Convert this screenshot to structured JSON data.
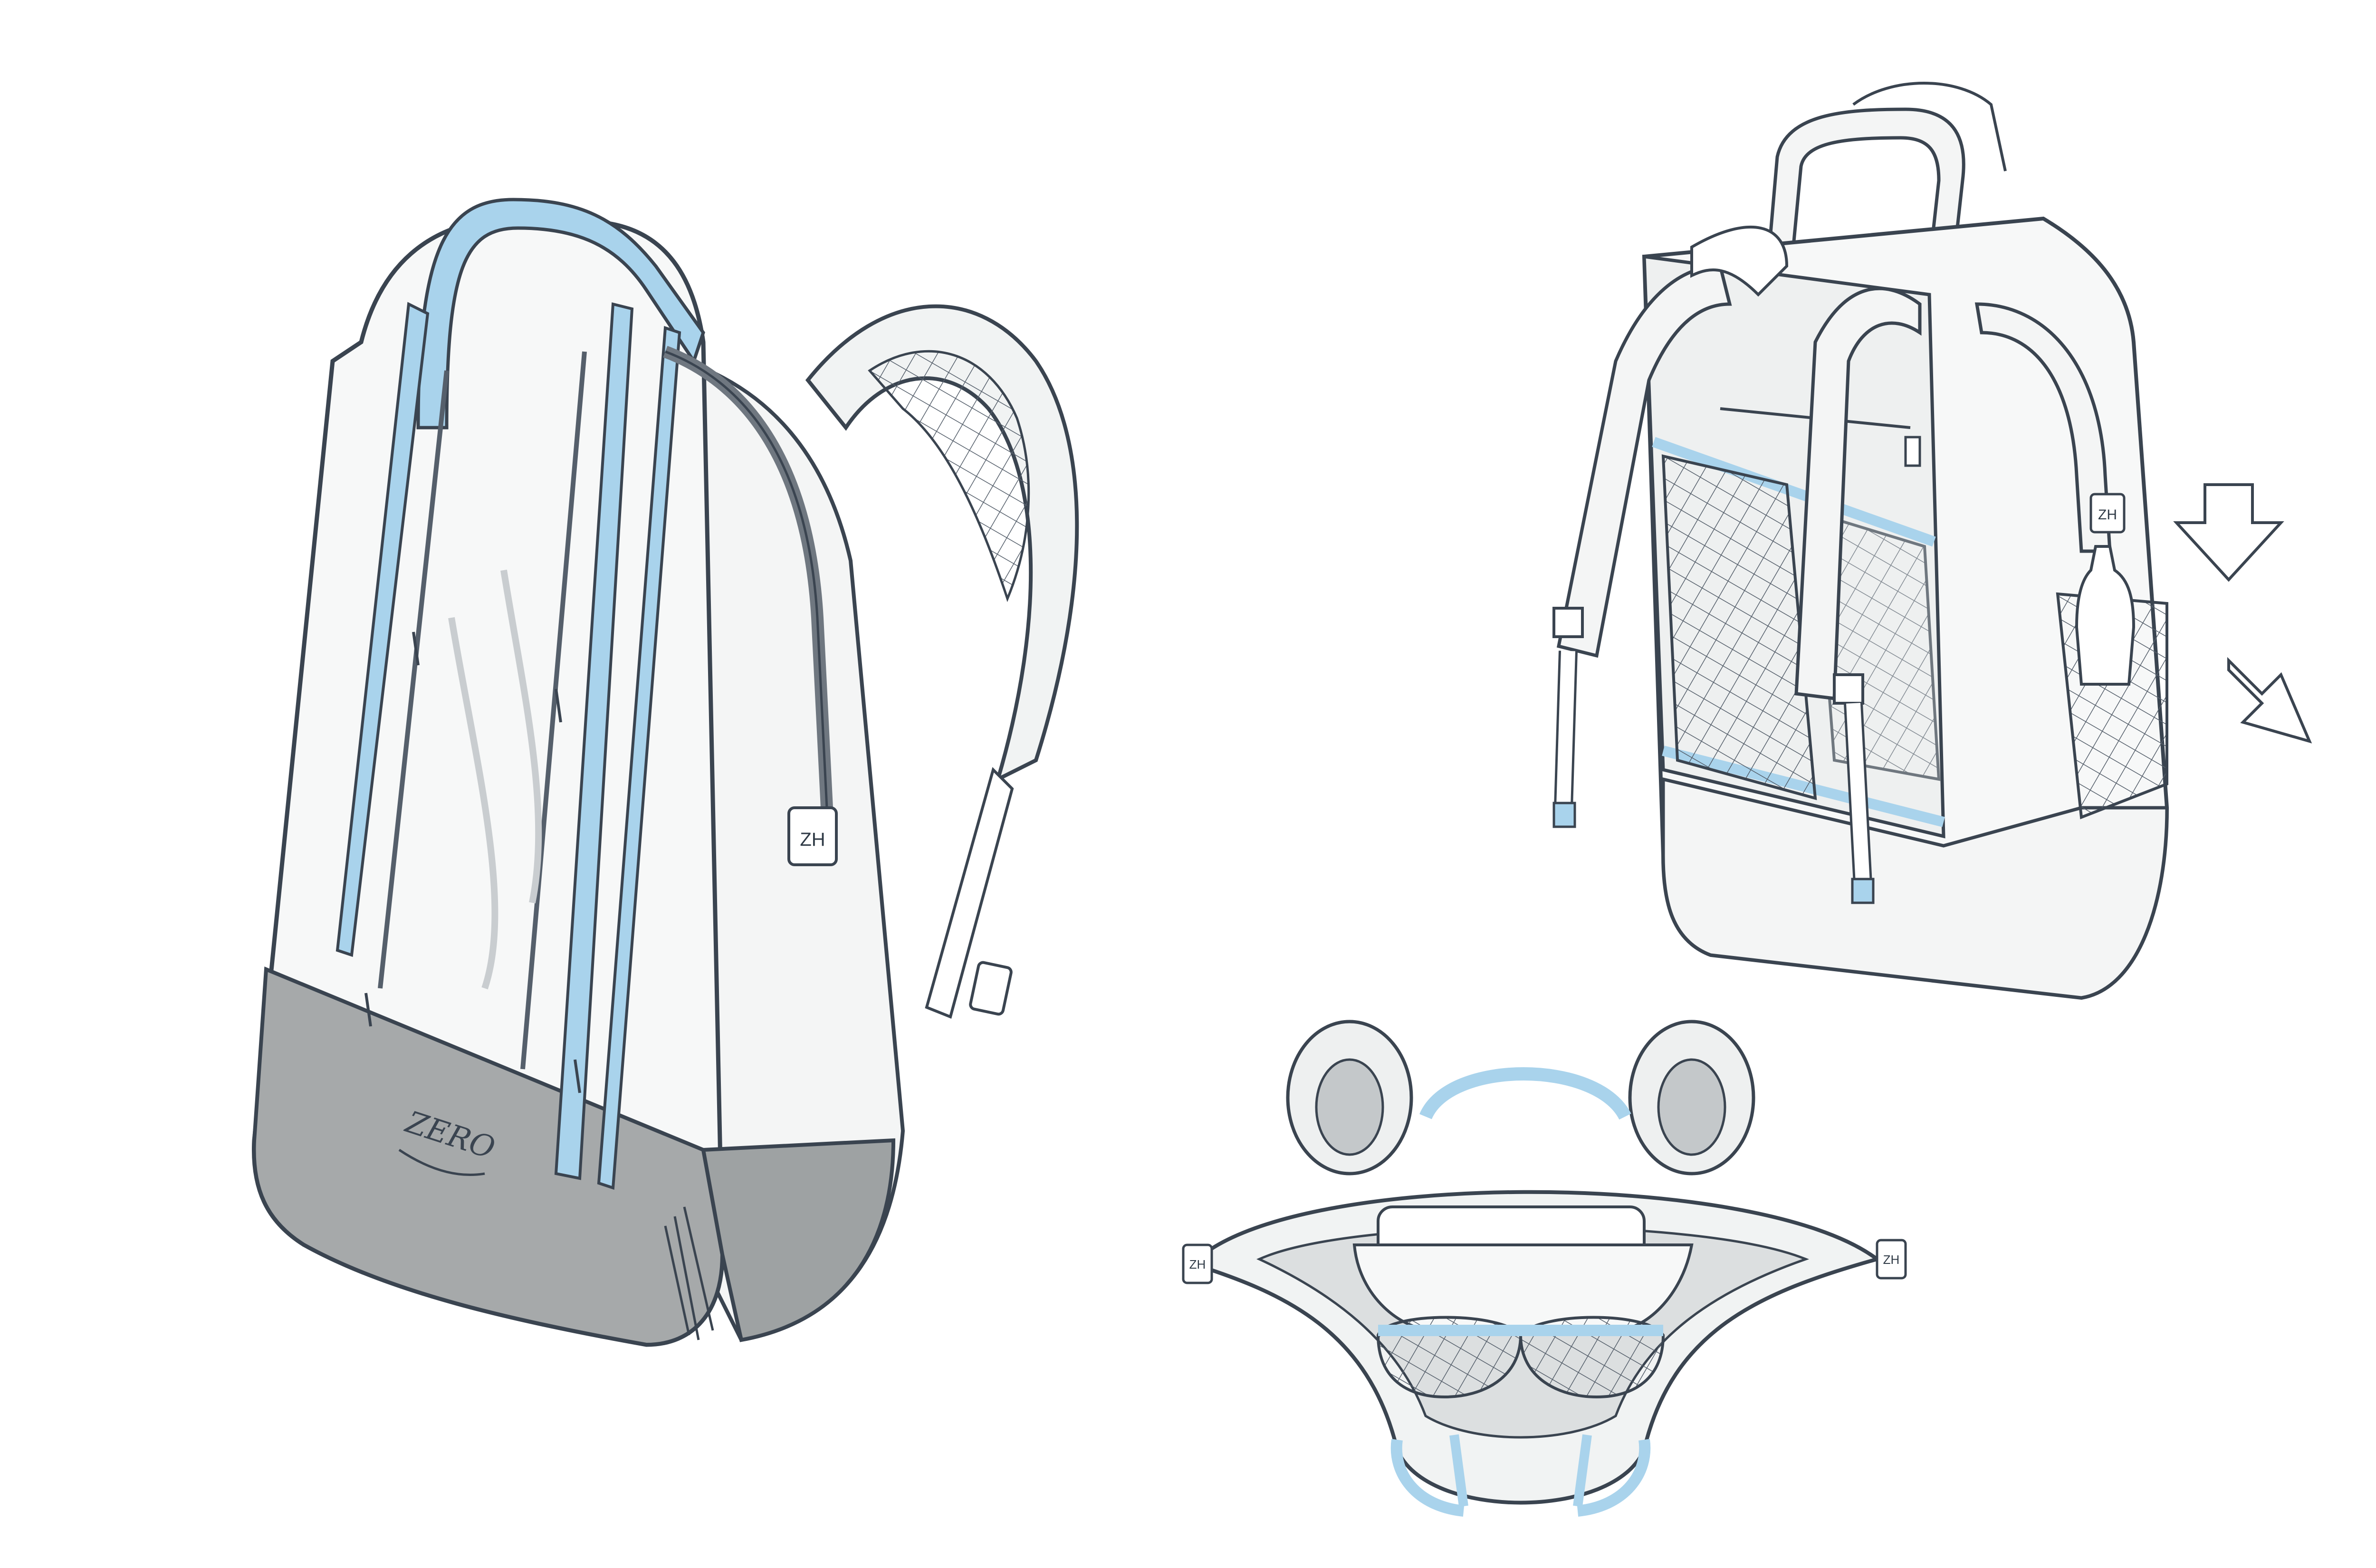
{
  "labels": {
    "logo_main": "ZERO",
    "tag_main": "ZH",
    "tag_back": "ZH",
    "tag_top_left": "ZH",
    "tag_top_right": "ZH"
  },
  "colors": {
    "accent_blue": "#a9d3ec",
    "ink": "#3a4450",
    "base_gray": "#a6a9aa",
    "body_gray": "#eef0f0"
  }
}
